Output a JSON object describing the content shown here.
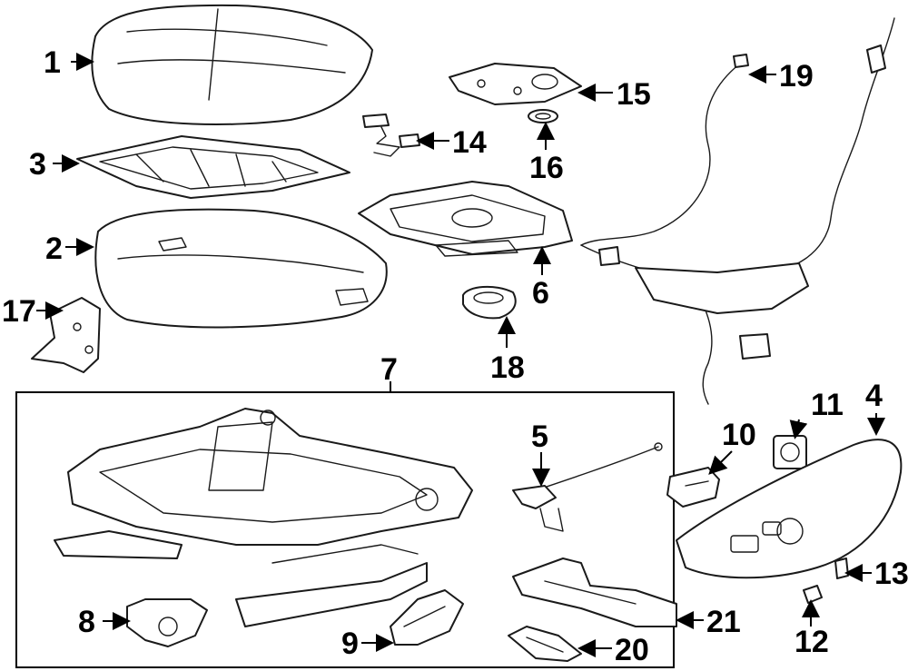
{
  "diagram": {
    "type": "exploded-parts-diagram",
    "callouts": [
      {
        "id": "1",
        "label": "1"
      },
      {
        "id": "2",
        "label": "2"
      },
      {
        "id": "3",
        "label": "3"
      },
      {
        "id": "4",
        "label": "4"
      },
      {
        "id": "5",
        "label": "5"
      },
      {
        "id": "6",
        "label": "6"
      },
      {
        "id": "7",
        "label": "7"
      },
      {
        "id": "8",
        "label": "8"
      },
      {
        "id": "9",
        "label": "9"
      },
      {
        "id": "10",
        "label": "10"
      },
      {
        "id": "11",
        "label": "11"
      },
      {
        "id": "12",
        "label": "12"
      },
      {
        "id": "13",
        "label": "13"
      },
      {
        "id": "14",
        "label": "14"
      },
      {
        "id": "15",
        "label": "15"
      },
      {
        "id": "16",
        "label": "16"
      },
      {
        "id": "17",
        "label": "17"
      },
      {
        "id": "18",
        "label": "18"
      },
      {
        "id": "19",
        "label": "19"
      },
      {
        "id": "20",
        "label": "20"
      },
      {
        "id": "21",
        "label": "21"
      }
    ],
    "line_color": "#1a1a1a",
    "background": "#ffffff"
  }
}
